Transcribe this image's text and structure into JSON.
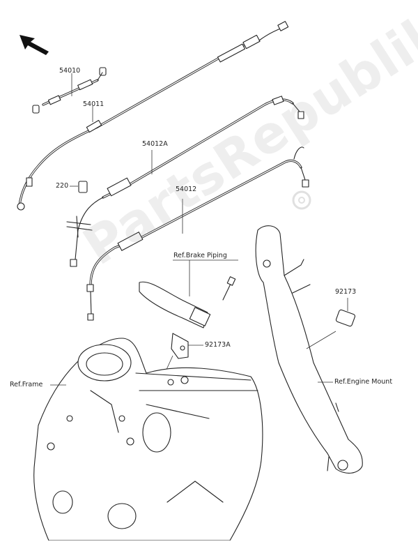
{
  "labels": {
    "p54010": "54010",
    "p54011": "54011",
    "p54012A": "54012A",
    "p54012": "54012",
    "p220": "220",
    "p92173": "92173",
    "p92173A": "92173A",
    "ref_brake_piping": "Ref.Brake Piping",
    "ref_frame": "Ref.Frame",
    "ref_engine_mount": "Ref.Engine Mount"
  },
  "watermark": "PartsRepublik",
  "icons": {
    "direction": "arrow-up-left-icon",
    "gear": "gear-icon"
  }
}
